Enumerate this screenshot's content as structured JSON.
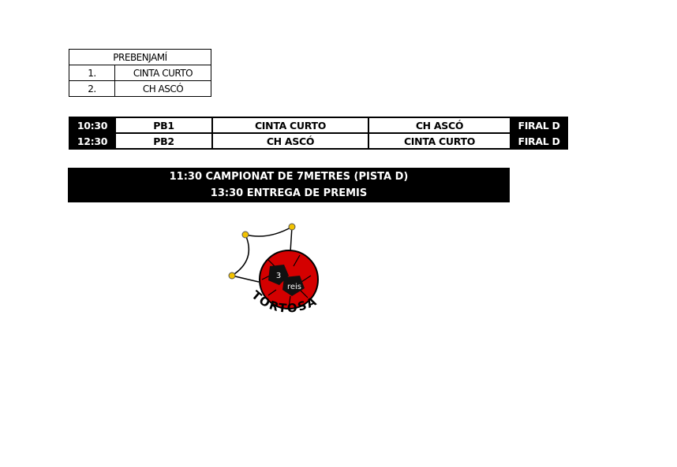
{
  "standings": {
    "title": "PREBENJAMÍ",
    "rows": [
      {
        "pos": "1.",
        "team": "CINTA CURTO"
      },
      {
        "pos": "2.",
        "team": "CH ASCÓ"
      }
    ]
  },
  "matches": [
    {
      "time": "10:30",
      "code": "PB1",
      "home": "CINTA CURTO",
      "away": "CH ASCÓ",
      "venue": "FIRAL D"
    },
    {
      "time": "12:30",
      "code": "PB2",
      "home": "CH ASCÓ",
      "away": "CINTA CURTO",
      "venue": "FIRAL D"
    }
  ],
  "banner": {
    "line1": "11:30 CAMPIONAT DE 7METRES (PISTA D)",
    "line2": "13:30 ENTREGA DE PREMIS"
  },
  "logo": {
    "number": "3",
    "word": "reis",
    "name": "TORTOSA",
    "colors": {
      "ball": "#d40000",
      "crown": "#f2c200"
    }
  }
}
